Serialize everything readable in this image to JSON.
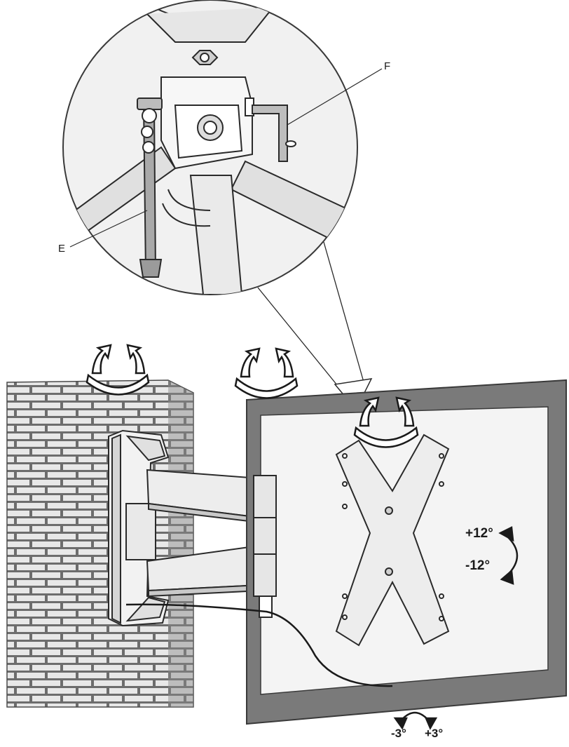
{
  "labels": {
    "part_e": "E",
    "part_f": "F",
    "tilt_up": "+12°",
    "tilt_down": "-12°",
    "level_minus": "-3°",
    "level_plus": "+3°"
  },
  "adjustments": {
    "tilt_range_degrees": [
      -12,
      12
    ],
    "level_range_degrees": [
      -3,
      3
    ]
  },
  "colors": {
    "line": "#2a2a2a",
    "tv_frame": "#7a7a7a",
    "tv_screen": "#f4f4f4",
    "brick_mortar": "#6d6d6d",
    "brick": "#e8e8e8",
    "mount_fill": "#f0f0f0"
  },
  "icons": [
    "swivel-arrow-icon",
    "tilt-arrow-icon",
    "level-arrow-icon",
    "wrench-icon",
    "allen-key-icon"
  ]
}
